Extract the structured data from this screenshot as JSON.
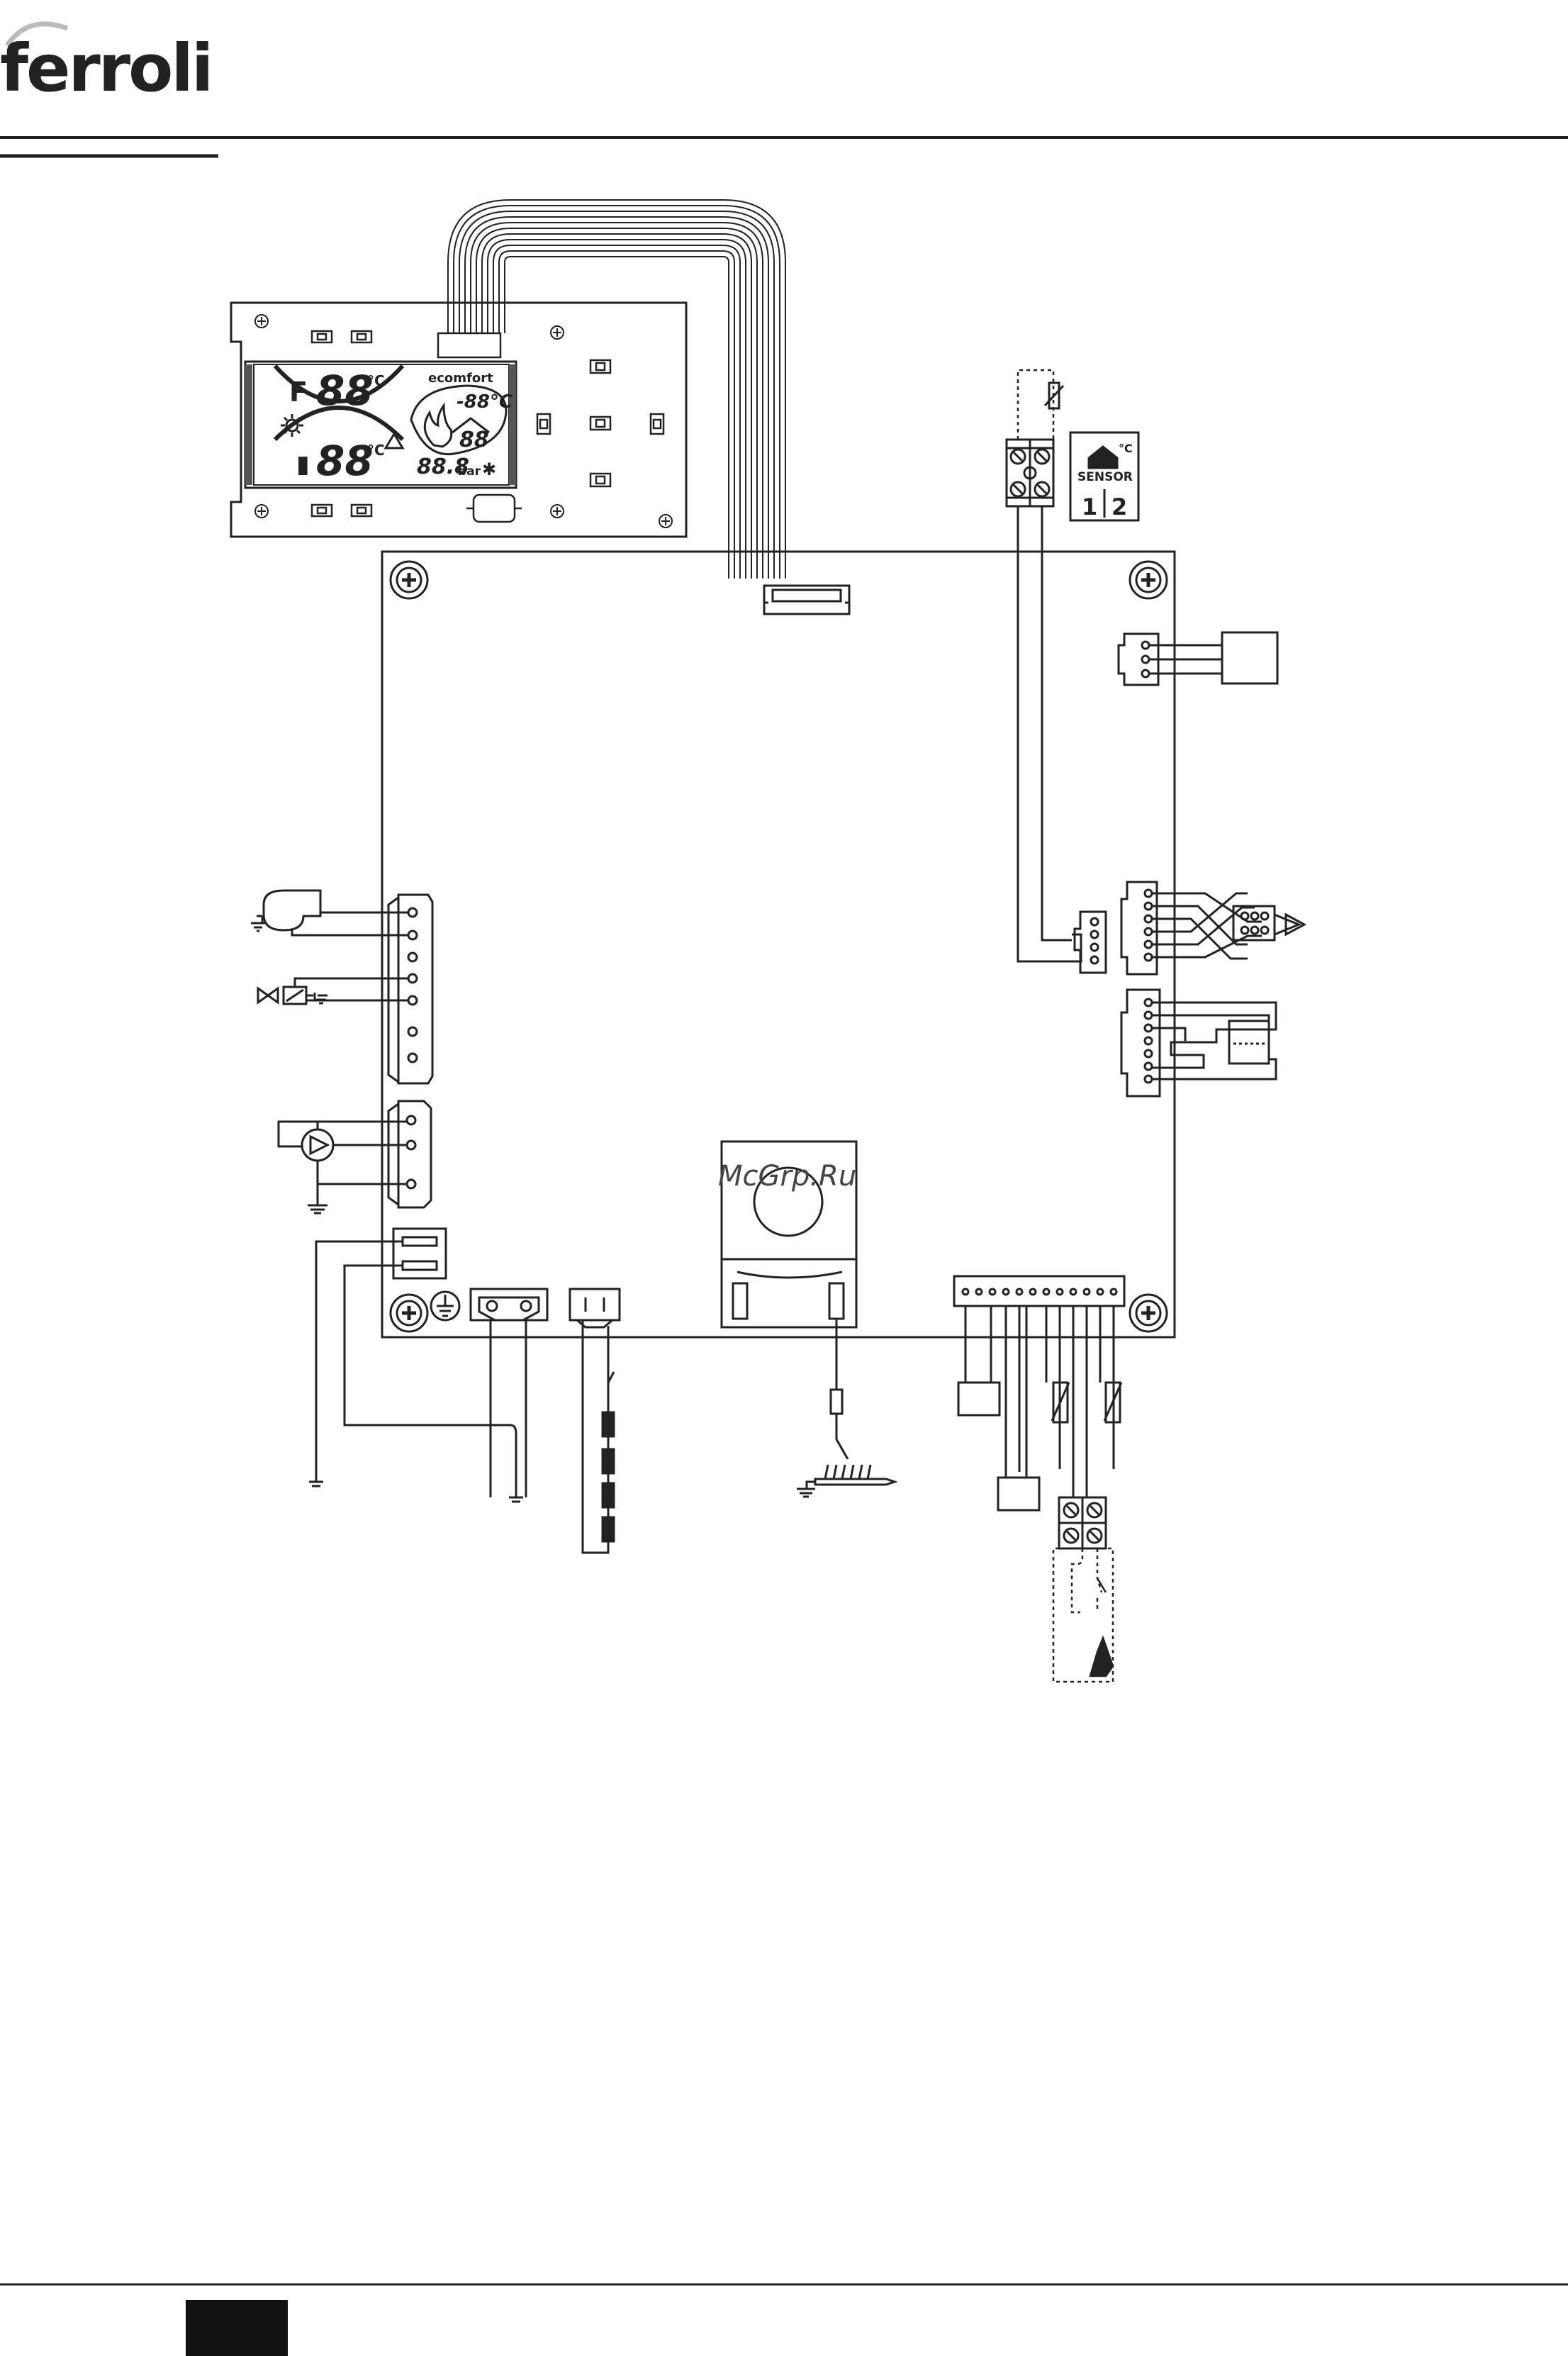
{
  "brand": {
    "logo_text": "ferroli"
  },
  "watermark": "McGrp.Ru",
  "lcd": {
    "brand": "ecomfort",
    "digits_top": "88",
    "digits_bottom": "88",
    "unit_top": "°C",
    "unit_bottom": "°C",
    "room_temp": "-88°C",
    "pressure_digits": "88.8",
    "pressure_unit": "bar",
    "room_digits": "88"
  },
  "sensor_label": {
    "unit": "°C",
    "title": "SENSOR",
    "terminal_1": "1",
    "terminal_2": "2"
  },
  "footer": {
    "page_box": ""
  }
}
